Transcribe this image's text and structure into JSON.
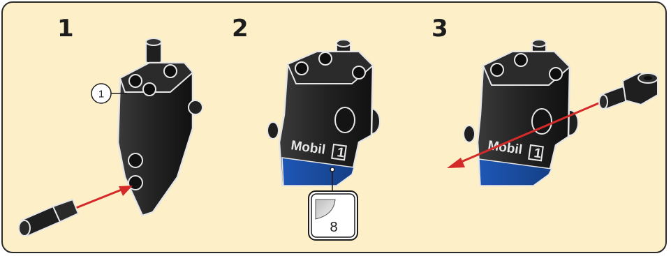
{
  "steps": [
    {
      "number": "1",
      "part_count": "1"
    },
    {
      "number": "2",
      "sticker_number": "8"
    },
    {
      "number": "3"
    }
  ],
  "sticker_logo": {
    "brand": "Mobil",
    "digit": "1"
  },
  "colors": {
    "background": "#fdf0c8",
    "border": "#2a2a2a",
    "arrow": "#d42a2a",
    "part": "#1f1f1f",
    "sticker_blue": "#1c4fa3"
  },
  "icons": [
    "technic-pin-icon",
    "axle-pin-icon",
    "sticker-sheet-icon",
    "insertion-arrow-icon"
  ]
}
